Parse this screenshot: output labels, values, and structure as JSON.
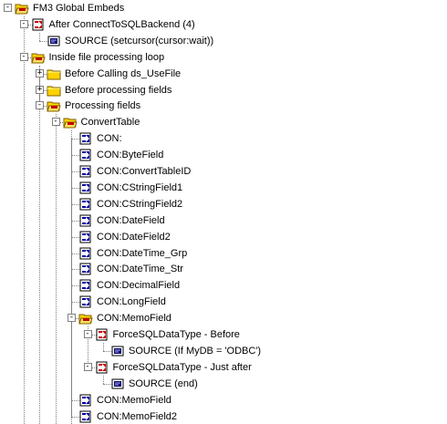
{
  "tree": [
    {
      "label": "FM3 Global Embeds",
      "level": 0,
      "icon": "folder-open-embed-icon",
      "toggle": "-"
    },
    {
      "label": "After ConnectToSQLBackend (4)",
      "level": 1,
      "icon": "embed-point-arrow-icon",
      "toggle": "-"
    },
    {
      "label": "SOURCE (setcursor(cursor:wait))",
      "level": 2,
      "icon": "source-code-icon",
      "toggle": ""
    },
    {
      "label": "Inside file processing loop",
      "level": 1,
      "icon": "folder-open-embed-icon",
      "toggle": "-"
    },
    {
      "label": "Before Calling ds_UseFile",
      "level": 2,
      "icon": "folder-closed-icon",
      "toggle": "+"
    },
    {
      "label": "Before processing fields",
      "level": 2,
      "icon": "folder-closed-icon",
      "toggle": "+"
    },
    {
      "label": "Processing fields",
      "level": 2,
      "icon": "folder-open-embed-icon",
      "toggle": "-"
    },
    {
      "label": "ConvertTable",
      "level": 3,
      "icon": "folder-open-embed-icon",
      "toggle": "-"
    },
    {
      "label": "CON:",
      "level": 4,
      "icon": "embed-point-blue-arrow-icon",
      "toggle": ""
    },
    {
      "label": "CON:ByteField",
      "level": 4,
      "icon": "embed-point-blue-arrow-icon",
      "toggle": ""
    },
    {
      "label": "CON:ConvertTableID",
      "level": 4,
      "icon": "embed-point-blue-arrow-icon",
      "toggle": ""
    },
    {
      "label": "CON:CStringField1",
      "level": 4,
      "icon": "embed-point-blue-arrow-icon",
      "toggle": ""
    },
    {
      "label": "CON:CStringField2",
      "level": 4,
      "icon": "embed-point-blue-arrow-icon",
      "toggle": ""
    },
    {
      "label": "CON:DateField",
      "level": 4,
      "icon": "embed-point-blue-arrow-icon",
      "toggle": ""
    },
    {
      "label": "CON:DateField2",
      "level": 4,
      "icon": "embed-point-blue-arrow-icon",
      "toggle": ""
    },
    {
      "label": "CON:DateTime_Grp",
      "level": 4,
      "icon": "embed-point-blue-arrow-icon",
      "toggle": ""
    },
    {
      "label": "CON:DateTime_Str",
      "level": 4,
      "icon": "embed-point-blue-arrow-icon",
      "toggle": ""
    },
    {
      "label": "CON:DecimalField",
      "level": 4,
      "icon": "embed-point-blue-arrow-icon",
      "toggle": ""
    },
    {
      "label": "CON:LongField",
      "level": 4,
      "icon": "embed-point-blue-arrow-icon",
      "toggle": ""
    },
    {
      "label": "CON:MemoField",
      "level": 4,
      "icon": "folder-open-embed-icon",
      "toggle": "-"
    },
    {
      "label": "ForceSQLDataType - Before",
      "level": 5,
      "icon": "embed-point-arrow-icon",
      "toggle": "-"
    },
    {
      "label": "SOURCE (If MyDB = 'ODBC')",
      "level": 6,
      "icon": "source-code-icon",
      "toggle": ""
    },
    {
      "label": "ForceSQLDataType - Just after",
      "level": 5,
      "icon": "embed-point-arrow-icon",
      "toggle": "-"
    },
    {
      "label": "SOURCE (end)",
      "level": 6,
      "icon": "source-code-icon",
      "toggle": ""
    },
    {
      "label": "CON:MemoField",
      "level": 4,
      "icon": "embed-point-blue-arrow-icon",
      "toggle": ""
    },
    {
      "label": "CON:MemoField2",
      "level": 4,
      "icon": "embed-point-blue-arrow-icon",
      "toggle": ""
    }
  ],
  "colors": {
    "folder_yellow": "#ffd200",
    "embed_red": "#c00000",
    "arrow_blue": "#0000a0",
    "line_gray": "#808080"
  }
}
